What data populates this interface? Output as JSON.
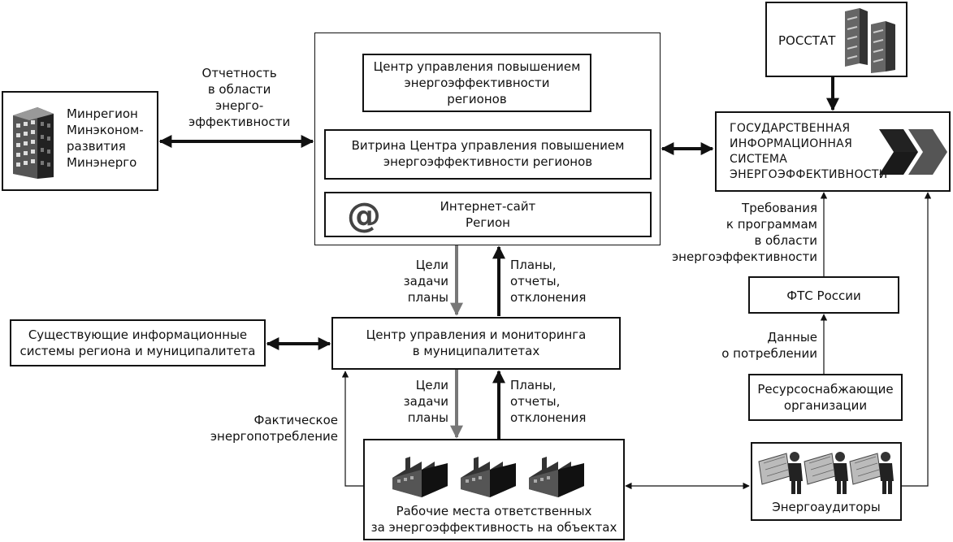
{
  "center": {
    "title": "Центр управления повышением\nэнергоэффективности\nрегионов",
    "showcase": "Витрина Центра управления повышением\nэнергоэффективности регионов",
    "website": "Интернет-сайт\nРегион",
    "website_icon": "at-sign-icon"
  },
  "ministries": {
    "label": "Минрегион\nМинэконом-\nразвития\nМинэнерго",
    "icon": "office-building-icon"
  },
  "rosstat": {
    "label": "РОССТАТ",
    "icon": "server-rack-icon"
  },
  "gis": {
    "label": "ГОСУДАРСТВЕННАЯ\nИНФОРМАЦИОННАЯ\nСИСТЕМА\nЭНЕРГОЭФФЕКТИВНОСТИ",
    "icon": "double-chevron-logo-icon"
  },
  "fts": {
    "label": "ФТС России"
  },
  "suppliers": {
    "label": "Ресурсоснабжающие\nорганизации"
  },
  "existing_systems": {
    "label": "Существующие информационные\nсистемы региона и муниципалитета"
  },
  "municipal_center": {
    "label": "Центр управления и мониторинга\nв муниципалитетах"
  },
  "workplaces": {
    "label": "Рабочие места ответственных\nза энергоэффективность на объектах",
    "icon": "factory-icon"
  },
  "auditors": {
    "label": "Энергоаудиторы",
    "icon": "engineer-with-blueprint-icon"
  },
  "edge_labels": {
    "reporting": "Отчетность\nв области\nэнерго-\nэффективности",
    "goals_upper": "Цели\nзадачи\nпланы",
    "plans_upper": "Планы,\nотчеты,\nотклонения",
    "goals_lower": "Цели\nзадачи\nпланы",
    "plans_lower": "Планы,\nотчеты,\nотклонения",
    "requirements": "Требования\nк программам\nв области\nэнергоэффективности",
    "consumption_data": "Данные\nо потреблении",
    "actual_consumption": "Фактическое\nэнергопотребление"
  }
}
